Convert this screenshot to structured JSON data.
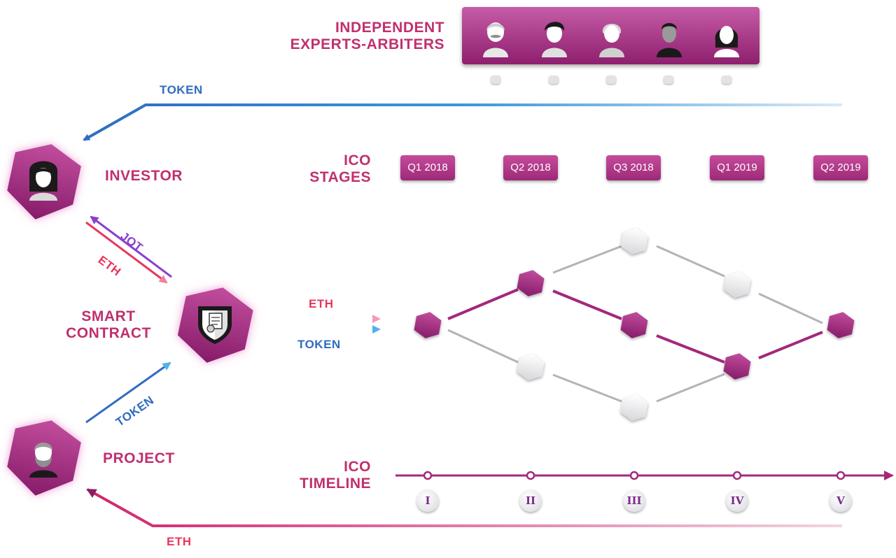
{
  "labels": {
    "experts_line1": "INDEPENDENT",
    "experts_line2": "EXPERTS-ARBITERS",
    "investor": "INVESTOR",
    "smart_contract_line1": "SMART",
    "smart_contract_line2": "CONTRACT",
    "project": "PROJECT",
    "ico_stages_line1": "ICO",
    "ico_stages_line2": "STAGES",
    "ico_timeline_line1": "ICO",
    "ico_timeline_line2": "TIMELINE"
  },
  "flows": {
    "token_top": "TOKEN",
    "jot": "JOT",
    "eth_investor": "ETH",
    "eth_middle": "ETH",
    "token_middle": "TOKEN",
    "token_project": "TOKEN",
    "eth_bottom": "ETH"
  },
  "stages": [
    "Q1 2018",
    "Q2 2018",
    "Q3 2018",
    "Q1 2019",
    "Q2 2019"
  ],
  "timeline_markers": [
    "I",
    "II",
    "III",
    "IV",
    "V"
  ],
  "colors": {
    "accent": "#c0306f",
    "node_purple": "#a3287c",
    "node_grey": "#e6e6ea",
    "token_blue": "#2f6cc0",
    "eth_red": "#e8365d",
    "jot_purple": "#8a3fd0"
  },
  "icons": {
    "investor": "woman-avatar-icon",
    "smart_contract": "shield-document-icon",
    "project": "bearded-man-avatar-icon",
    "experts": [
      "old-man-avatar-icon",
      "young-man-avatar-icon",
      "grey-hair-avatar-icon",
      "man-avatar-icon",
      "woman-avatar-icon"
    ]
  }
}
